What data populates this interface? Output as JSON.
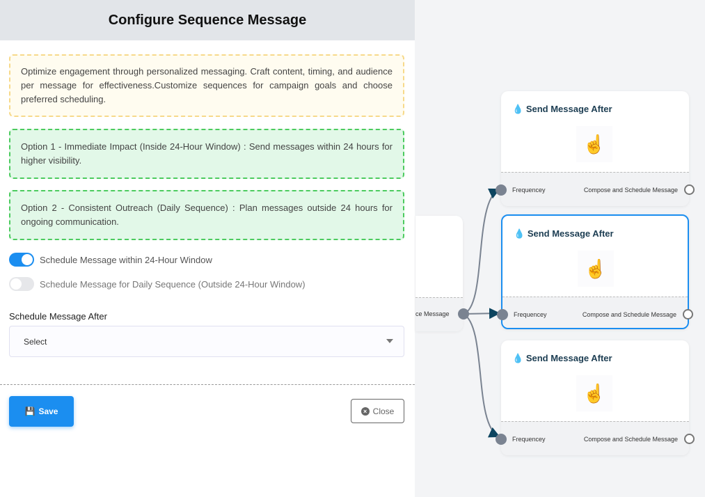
{
  "panel": {
    "title": "Configure Sequence Message",
    "info": "Optimize engagement through personalized messaging. Craft content, timing, and audience per message for effectiveness.Customize sequences for campaign goals and choose preferred scheduling.",
    "option1": "Option 1 - Immediate Impact (Inside 24-Hour Window) : Send messages within 24 hours for higher visibility.",
    "option2": "Option 2 - Consistent Outreach (Daily Sequence) : Plan messages outside 24 hours for ongoing communication.",
    "toggles": [
      {
        "label": "Schedule Message within 24-Hour Window",
        "on": true
      },
      {
        "label": "Schedule Message for Daily Sequence (Outside 24-Hour Window)",
        "on": false
      }
    ],
    "select_label": "Schedule Message After",
    "select_value": "Select",
    "save": "Save",
    "close": "Close",
    "accent": "#1b8ef0"
  },
  "canvas": {
    "partial_node_output": "ce Message",
    "cards": [
      {
        "title": "Send Message After",
        "input": "Frequencey",
        "output": "Compose and Schedule Message",
        "selected": false
      },
      {
        "title": "Send Message After",
        "input": "Frequencey",
        "output": "Compose and Schedule Message",
        "selected": true
      },
      {
        "title": "Send Message After",
        "input": "Frequencey",
        "output": "Compose and Schedule Message",
        "selected": false
      }
    ]
  }
}
